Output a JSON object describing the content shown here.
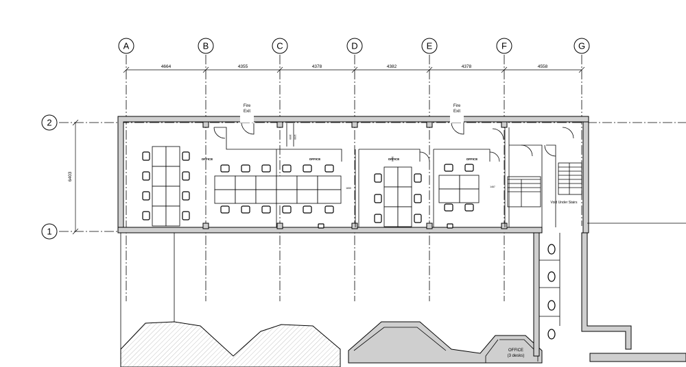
{
  "grid": {
    "columns": [
      "A",
      "B",
      "C",
      "D",
      "E",
      "F",
      "G"
    ],
    "rows": [
      "2",
      "1"
    ]
  },
  "dimensions": {
    "spans": [
      "4664",
      "4355",
      "4378",
      "4382",
      "4378",
      "4558"
    ],
    "vertical": "6403"
  },
  "labels": {
    "fire_exit_1": [
      "Fire",
      "Exit"
    ],
    "fire_exit_2": [
      "Fire",
      "Exit"
    ],
    "office_1": "OFFICE",
    "office_2": "OFFICE",
    "office_3": "OFFICE",
    "office_4": "OFFICE",
    "void": "Void Under Stairs",
    "office_small": [
      "OFFICE",
      "(3 desks)"
    ],
    "tiny_dims": [
      "1650",
      "1000",
      "1200",
      "1000",
      "1467"
    ]
  },
  "colors": {
    "line": "#000000",
    "wall_fill": "#cfcfcf",
    "background": "#ffffff"
  }
}
